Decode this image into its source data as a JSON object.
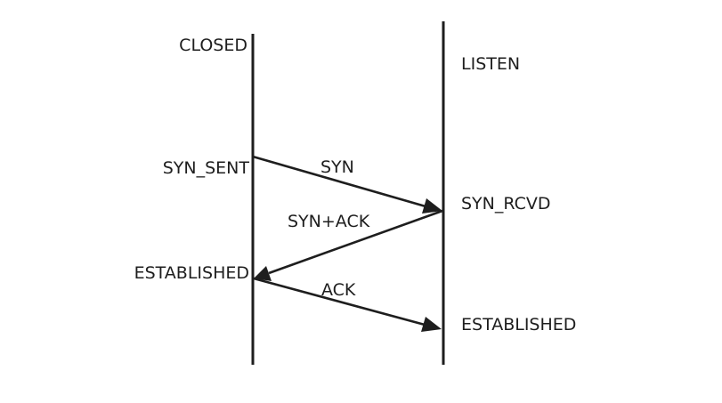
{
  "left_states": {
    "closed": "CLOSED",
    "syn_sent": "SYN_SENT",
    "established": "ESTABLISHED"
  },
  "right_states": {
    "listen": "LISTEN",
    "syn_rcvd": "SYN_RCVD",
    "established": "ESTABLISHED"
  },
  "messages": {
    "syn": "SYN",
    "syn_ack": "SYN+ACK",
    "ack": "ACK"
  },
  "colors": {
    "ink": "#1e1e1e",
    "background": "#ffffff"
  }
}
